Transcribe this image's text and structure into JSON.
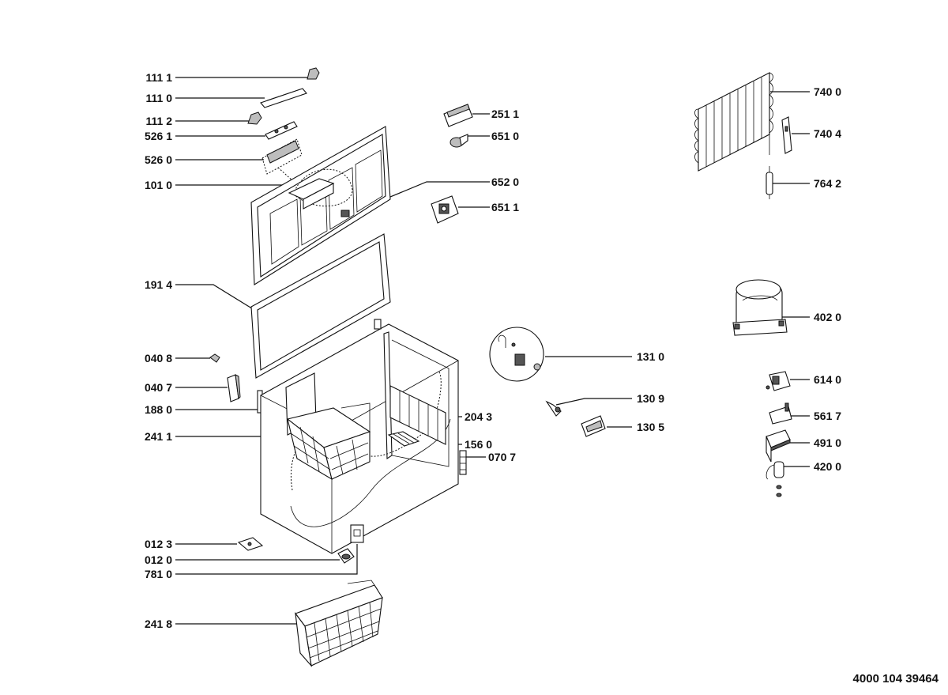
{
  "labels": {
    "l_111_1": "111 1",
    "l_111_0": "111 0",
    "l_111_2": "111 2",
    "l_526_1": "526 1",
    "l_526_0": "526 0",
    "l_101_0": "101 0",
    "l_191_4": "191 4",
    "l_040_8": "040 8",
    "l_040_7": "040 7",
    "l_188_0": "188 0",
    "l_241_1": "241 1",
    "l_012_3": "012 3",
    "l_012_0": "012 0",
    "l_781_0": "781 0",
    "l_241_8": "241 8",
    "l_251_1": "251 1",
    "l_651_0": "651 0",
    "l_652_0": "652 0",
    "l_651_1": "651 1",
    "l_131_0": "131 0",
    "l_130_9": "130 9",
    "l_130_5": "130 5",
    "l_204_3": "204 3",
    "l_156_0": "156 0",
    "l_070_7": "070 7",
    "l_740_0": "740 0",
    "l_740_4": "740 4",
    "l_764_2": "764 2",
    "l_402_0": "402 0",
    "l_614_0": "614 0",
    "l_561_7": "561 7",
    "l_491_0": "491 0",
    "l_420_0": "420 0"
  },
  "document_number": "4000 104 39464"
}
